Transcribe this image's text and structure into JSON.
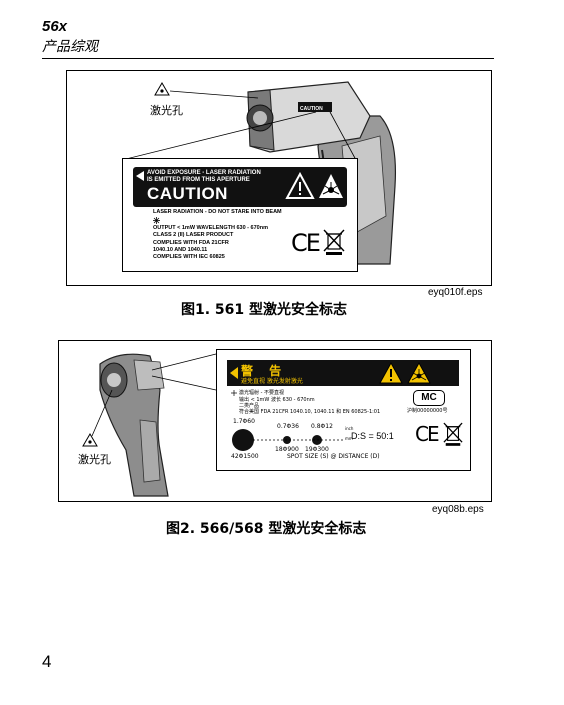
{
  "header": {
    "model": "56x",
    "subtitle": "产品综观"
  },
  "figure1": {
    "aperture_label": "激光孔",
    "label": {
      "warning_line1": "AVOID EXPOSURE - LASER RADIATION",
      "warning_line2": "IS EMITTED FROM THIS APERTURE",
      "caution": "CAUTION",
      "line1": "LASER RADIATION - DO NOT STARE INTO BEAM",
      "line2": "OUTPUT < 1mW   WAVELENGTH 630 - 670nm",
      "line3": "CLASS 2 (II) LASER PRODUCT",
      "line4": "COMPLIES WITH FDA 21CFR",
      "line5": "1040.10 AND 1040.11",
      "line6": "COMPLIES WITH IEC 60825",
      "ce": "CE",
      "gun_caution": "CAUTION"
    },
    "eps": "eyq010f.eps",
    "caption": "图1. 561 型激光安全标志"
  },
  "figure2": {
    "aperture_label": "激光孔",
    "label": {
      "warn_title": "警 告",
      "warn_sub": "避免直视    激光发射激光",
      "l1": "激光辐射 - 不要直视",
      "l2": "输出 < 1mW  波长 630 - 670nm",
      "l3": "二类产品",
      "l4": "符合美国 FDA 21CFR 1040.10, 1040.11 和 EN 60825-1:01",
      "mc_code": "沪制00000000号",
      "d1": "1.7Φ60",
      "d2": "0.7Φ36",
      "d3": "0.8Φ12",
      "d4": "18Φ900",
      "d5": "19Φ300",
      "d6": "42Φ1500",
      "unit1": "inch",
      "unit2": "mm",
      "ratio": "D:S = 50:1",
      "spot": "SPOT SIZE (S) @ DISTANCE (D)",
      "ce": "CE",
      "mc": "MC"
    },
    "eps": "eyq08b.eps",
    "caption": "图2. 566/568 型激光安全标志"
  },
  "page_number": "4"
}
